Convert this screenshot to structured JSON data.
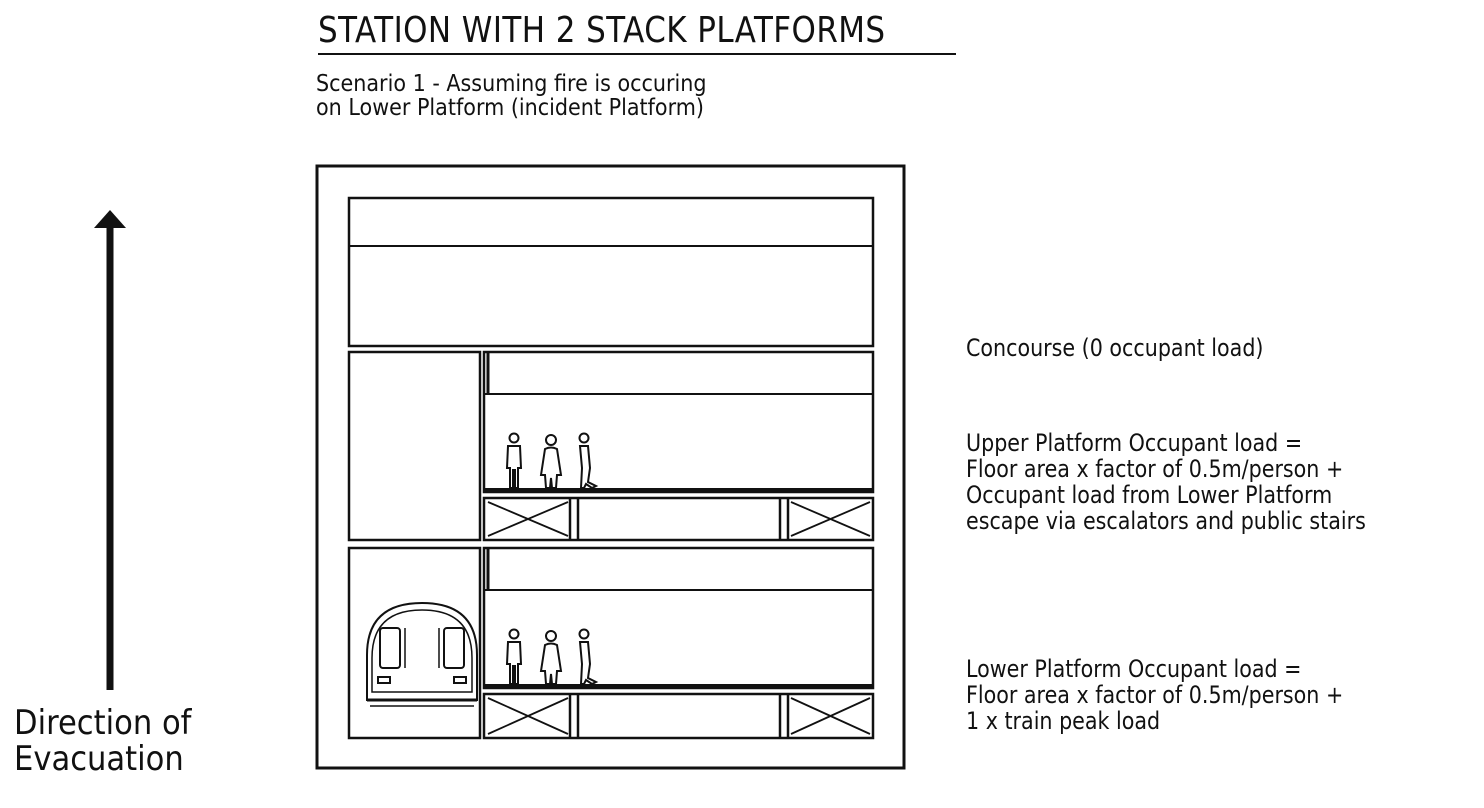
{
  "title": "STATION WITH 2 STACK PLATFORMS",
  "subtitle": {
    "line1": "Scenario 1 - Assuming fire is occuring",
    "line2": "on Lower Platform (incident Platform)"
  },
  "labels": {
    "concourse": "Concourse (0 occupant load)",
    "upper_platform": {
      "line1": "Upper Platform Occupant load =",
      "line2": "Floor area x factor of 0.5m/person +",
      "line3": "Occupant load from Lower Platform",
      "line4": "escape via escalators and public stairs"
    },
    "lower_platform": {
      "line1": "Lower Platform Occupant load =",
      "line2": "Floor area x factor of 0.5m/person +",
      "line3": "1 x train peak load"
    }
  },
  "direction": {
    "line1": "Direction of",
    "line2": "Evacuation"
  },
  "colors": {
    "line": "#111111",
    "background": "#ffffff"
  }
}
